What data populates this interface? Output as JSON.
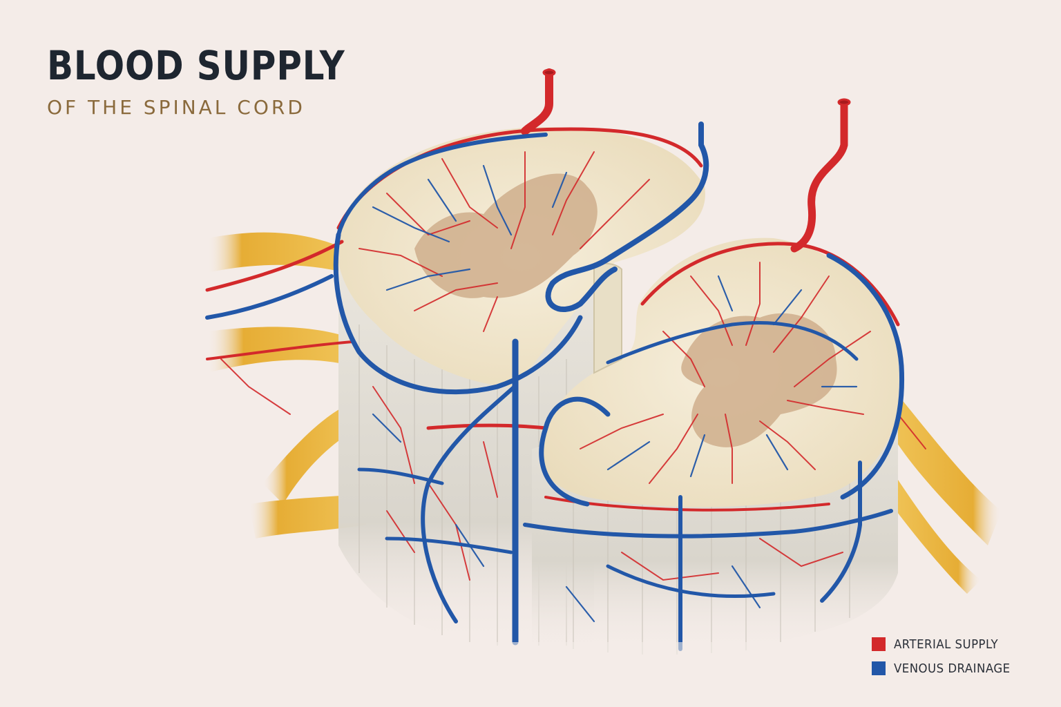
{
  "header": {
    "title": "BLOOD SUPPLY",
    "subtitle": "OF THE SPINAL CORD"
  },
  "legend": {
    "items": [
      {
        "label": "ARTERIAL SUPPLY",
        "color": "#d3292b"
      },
      {
        "label": "VENOUS DRAINAGE",
        "color": "#2257a8"
      }
    ]
  },
  "colors": {
    "background": "#f4ece8",
    "artery": "#d3292b",
    "vein": "#2257a8",
    "nerve": "#e8b43c",
    "white_matter": "#f1e7cc",
    "gray_matter": "#cfae8c",
    "cord_side": "#dcd8d0"
  }
}
